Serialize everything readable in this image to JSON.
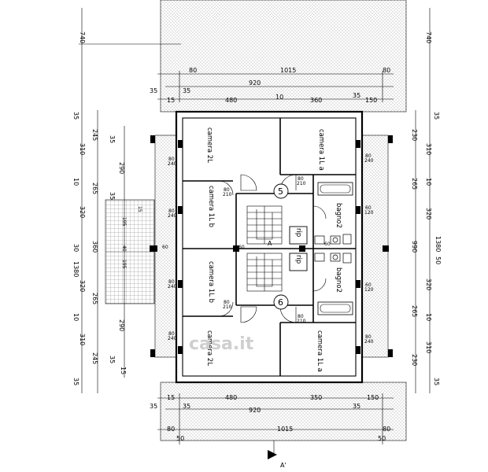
{
  "dimensions": {
    "top": [
      "740",
      "80",
      "1015",
      "80",
      "920",
      "15",
      "480",
      "35",
      "10",
      "360",
      "35",
      "150",
      "35",
      "15",
      "35"
    ],
    "bottom": [
      "15",
      "480",
      "35",
      "920",
      "350",
      "35",
      "150",
      "80",
      "1015",
      "80",
      "35",
      "15",
      "50",
      "50"
    ],
    "left_outer": [
      "35",
      "245",
      "310",
      "10",
      "265",
      "320",
      "30",
      "360",
      "1380",
      "320",
      "10",
      "265",
      "310",
      "245",
      "35"
    ],
    "left_inner": [
      "35",
      "290",
      "35",
      "290",
      "35"
    ],
    "right_outer": [
      "740",
      "230",
      "310",
      "10",
      "265",
      "320",
      "990",
      "1380",
      "320",
      "10",
      "265",
      "310",
      "230",
      "35"
    ],
    "right_inner": [
      "35",
      "35",
      "10",
      "10",
      "50"
    ],
    "balcony": [
      "195",
      "40",
      "195",
      "15",
      "15"
    ],
    "openings": {
      "door": "80",
      "door_h": "210",
      "window": "80",
      "window_h": "240",
      "window_small": "60",
      "window_small_h": "120"
    }
  },
  "rooms": {
    "camera_2l_top": "camera 2L",
    "camera_1l_a_top": "camera 1L a",
    "camera_1l_b_top": "camera 1L b",
    "camera_1l_b_bottom": "camera 1L b",
    "camera_2l_bottom": "camera 2L",
    "camera_1l_a_bottom": "camera 1L a",
    "bagno2_top": "bagno2",
    "bagno2_bottom": "bagno2",
    "rip_top": "rip",
    "rip_bottom": "rip"
  },
  "units": {
    "top": "5",
    "bottom": "6"
  },
  "section_marks": {
    "a": "A",
    "a_prime": "A'"
  },
  "watermark": "casa.it"
}
